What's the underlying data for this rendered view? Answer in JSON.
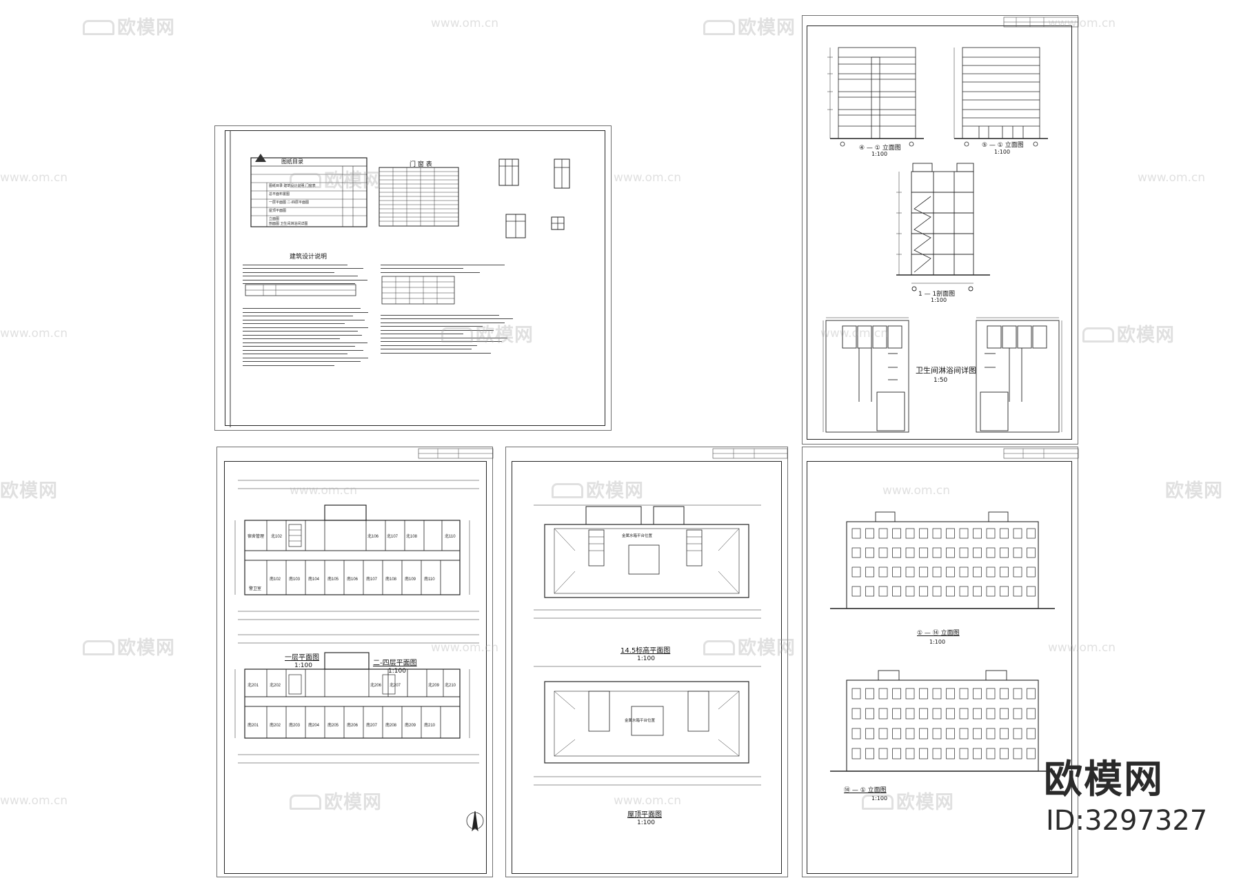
{
  "sheet_cover": {
    "index_title": "图纸目录",
    "index_items": [
      "图纸目录 建筑设计说明 门窗表",
      "总平面布置图",
      "一层平面图 二-四层平面图",
      "屋顶平面图",
      "立面图",
      "剖面图 卫生间淋浴间详图"
    ],
    "door_table_title": "门 窗 表",
    "notes_title": "建筑设计说明"
  },
  "sheet_plans": {
    "plan1_title": "一层平面图",
    "plan1_scale": "1:100",
    "plan2_title": "二-四层平面图",
    "plan2_scale": "1:100",
    "room_labels_south": [
      "南102",
      "南103",
      "南104",
      "南105",
      "南106",
      "南107",
      "南108",
      "南109",
      "南110"
    ],
    "room_labels_north": [
      "北102",
      "北106",
      "北107",
      "北108",
      "北110"
    ],
    "room_labels_2_south": [
      "南201",
      "南202",
      "南203",
      "南204",
      "南205",
      "南206",
      "南207",
      "南208",
      "南209",
      "南210"
    ],
    "room_labels_2_north": [
      "北201",
      "北202",
      "北206",
      "北207",
      "北209",
      "北210"
    ],
    "room_misc": [
      "宿舍管理",
      "警卫室"
    ]
  },
  "sheet_roof": {
    "plan_a_title": "14.5标高平面图",
    "plan_a_scale": "1:100",
    "plan_b_title": "屋顶平面图",
    "plan_b_scale": "1:100",
    "roof_tank_label": "金属水箱平台位置"
  },
  "sheet_elev1": {
    "elev_a_title": "④ — ① 立面图",
    "elev_a_scale": "1:100",
    "elev_b_title": "⑤ — ① 立面图",
    "elev_b_scale": "1:100",
    "section_title": "1 — 1剖面图",
    "section_scale": "1:100",
    "detail_title": "卫生间淋浴间详图",
    "detail_scale": "1:50"
  },
  "sheet_elev2": {
    "elev_c_title": "① — ⑭ 立面图",
    "elev_c_scale": "1:100",
    "elev_d_title": "⑭ — ① 立面图",
    "elev_d_scale": "1:100"
  },
  "watermark": {
    "brand": "欧模网",
    "url": "www.om.cn",
    "corner_brand": "欧模网",
    "corner_id": "ID:3297327"
  }
}
